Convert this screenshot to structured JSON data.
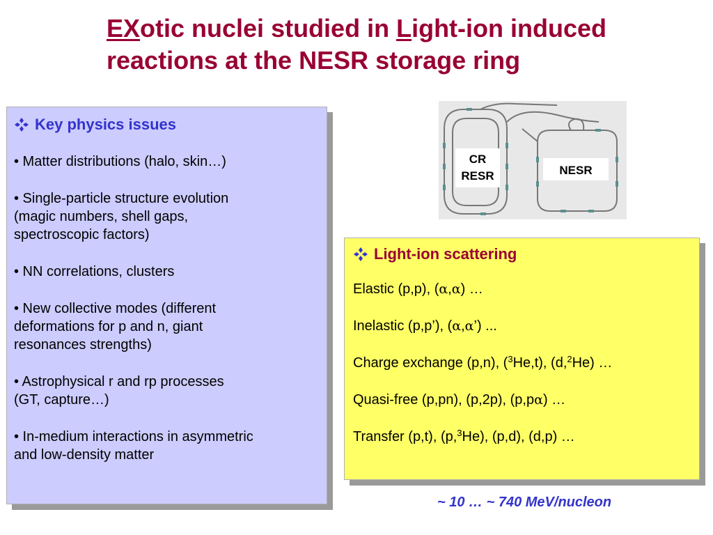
{
  "title": {
    "ex": "EX",
    "part1": "otic nuclei studied in ",
    "l": "L",
    "part2": "ight-ion induced",
    "line2": "reactions at the NESR storage ring"
  },
  "key_physics": {
    "heading": "Key physics issues",
    "items": [
      "• Matter distributions (halo, skin…)",
      [
        "• Single-particle structure evolution",
        "(magic numbers, shell gaps,",
        "spectroscopic factors)"
      ],
      "• NN correlations, clusters",
      [
        "• New collective modes (different",
        "deformations for p and n, giant",
        "resonances strengths)"
      ],
      [
        "• Astrophysical r and rp processes",
        "(GT, capture…)"
      ],
      [
        "• In-medium interactions in asymmetric",
        "and low-density matter"
      ]
    ]
  },
  "light_ion": {
    "heading": "Light-ion scattering",
    "elastic": {
      "a": "Elastic (p,p), (",
      "alpha": "α",
      "b": ",",
      "c": ") …"
    },
    "inelastic": {
      "a": "Inelastic (p,p’), (",
      "alpha": "α",
      "b": ",",
      "c": "’) ..."
    },
    "charge": {
      "a": "Charge exchange (p,n), (",
      "sup3": "3",
      "b": "He,t), (d,",
      "sup2": "2",
      "c": "He) …"
    },
    "quasi": {
      "a": "Quasi-free (p,pn), (p,2p), (p,p",
      "alpha": "α",
      "b": ") …"
    },
    "transfer": {
      "a": "Transfer (p,t), (p,",
      "sup3": "3",
      "b": "He), (p,d), (d,p) …"
    }
  },
  "diagram": {
    "cr_label": "CR",
    "resr_label": "RESR",
    "nesr_label": "NESR"
  },
  "energy_range": "~ 10 … ~ 740  MeV/nucleon",
  "colors": {
    "title": "#990033",
    "blue_heading": "#3333cc",
    "left_panel_bg": "#ccccff",
    "right_panel_bg": "#ffff66"
  }
}
